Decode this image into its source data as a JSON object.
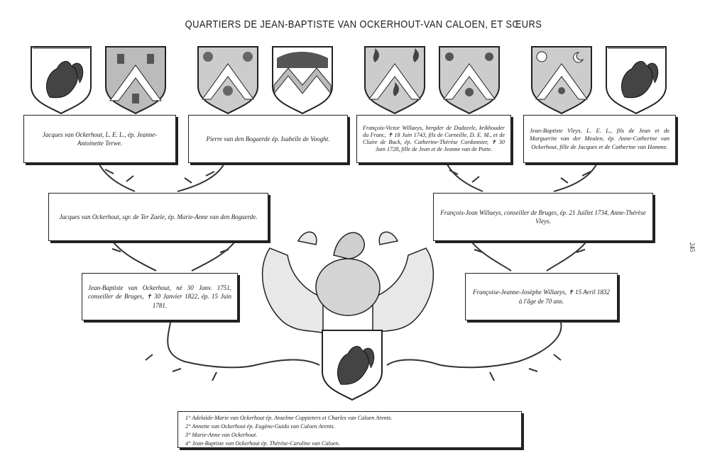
{
  "title": "QUARTIERS DE JEAN-BAPTISTE VAN OCKERHOUT-VAN CALOEN, ET SŒURS",
  "page_number": "245",
  "top_boxes": [
    {
      "text": "Jacques van Ockerhout, L. E. L., ép. Jeanne-Antoinette Terwe."
    },
    {
      "text": "Pierre van den Bogaerde ép. Isabelle de Vooght."
    },
    {
      "text": "François-Victor Willaeys, bergder de Dudzeele, krikhouder du Franc, ✝ 18 Juin 1743, fils de Corneille, D. E. M., et de Claire de Buck, ép. Catherine-Thérèse Cordonnier, ✝ 30 Juin 1728, fille de Jean et de Jeanne van de Putte."
    },
    {
      "text": "Jean-Baptiste Vleys, L. E. L., fils de Jean et de Marguerite van der Meulen, ép. Anne-Catherine van Ockerhout, fille de Jacques et de Catherine van Hamme."
    }
  ],
  "middle_boxes": [
    {
      "text": "Jacques van Ockerhout, sgr. de Ter Zaele, ép. Marie-Anne van den Bogaerde."
    },
    {
      "text": "François-Jean Willaeys, conseiller de Bruges, ép. 21 Juillet 1734, Anne-Thérèse Vleys."
    }
  ],
  "lower_boxes": [
    {
      "text": "Jean-Baptiste van Ockerhout, né 30 Janv. 1751, conseiller de Bruges, ✝ 30 Janvier 1822, ép. 15 Juin 1781."
    },
    {
      "text": "Françoise-Jeanne-Josèphe Willaeys, ✝ 15 Avril 1832 à l'âge de 70 ans."
    }
  ],
  "children": [
    "1° Adelaïde-Marie van Ockerhout ép. Anselme Coppieters et Charles van Caloen Arents.",
    "2° Annette van Ockerhout ép. Eugène-Guido van Caloen Arents.",
    "3° Marie-Anne van Ockerhout.",
    "4° Jean-Baptiste van Ockerhout ép. Thérèse-Caroline van Caloen."
  ],
  "shields": [
    {
      "icon": "squirrel-rampant-icon"
    },
    {
      "icon": "chevron-with-towers-icon"
    },
    {
      "icon": "chevron-with-trees-icon"
    },
    {
      "icon": "lion-over-wavy-chevron-icon"
    },
    {
      "icon": "chevron-with-flames-icon"
    },
    {
      "icon": "chevron-with-bull-heads-icon"
    },
    {
      "icon": "chevron-sun-moon-clover-icon"
    },
    {
      "icon": "squirrel-rampant-icon"
    },
    {
      "icon": "central-squirrel-arms-icon"
    }
  ]
}
